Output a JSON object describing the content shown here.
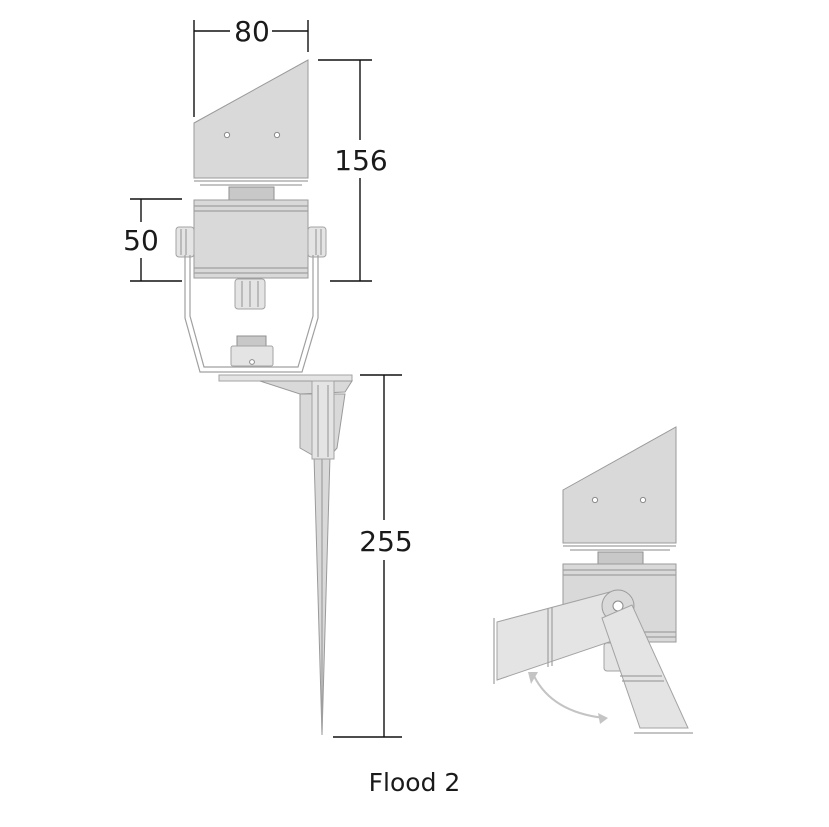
{
  "dimensions": {
    "width": "80",
    "height_head": "156",
    "height_body": "50",
    "height_spike": "255"
  },
  "caption": "Flood 2",
  "colors": {
    "product_fill": "#d9d9d9",
    "product_stroke": "#9a9a9a",
    "dimension_line": "#111111",
    "rotation_arrow": "#c4c4c4"
  }
}
